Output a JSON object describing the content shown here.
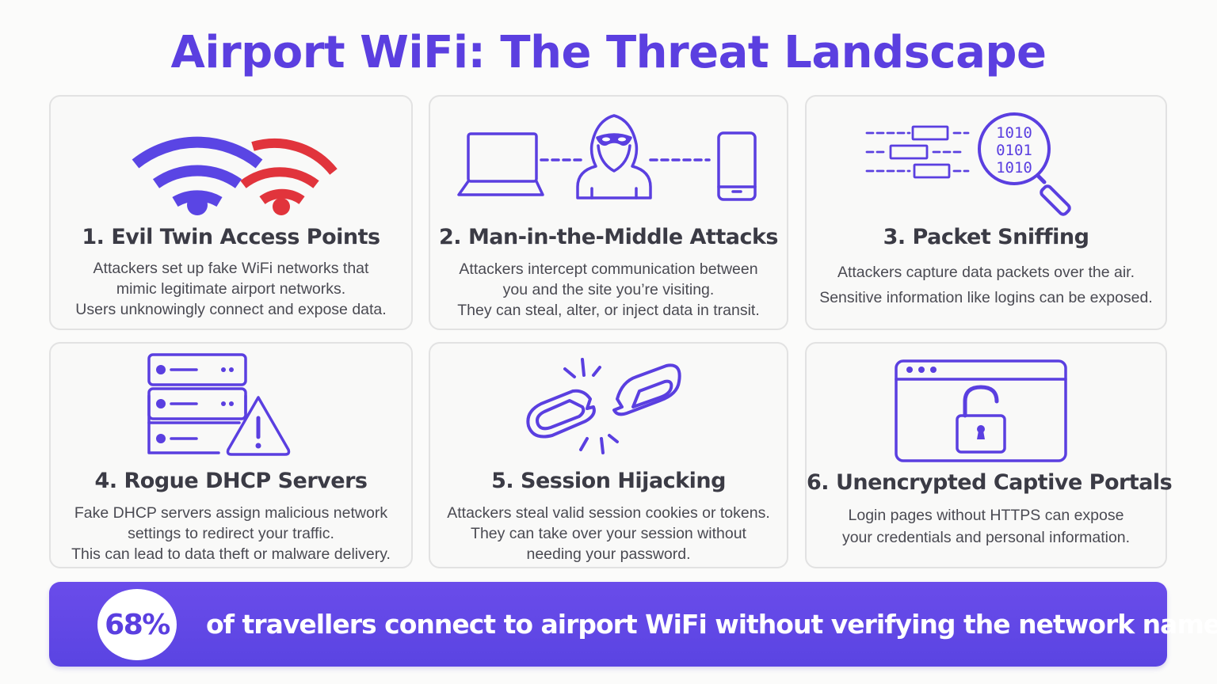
{
  "header": {
    "title": "Airport WiFi: The Threat Landscape"
  },
  "colors": {
    "accent": "#5b3fe0",
    "icon_stroke": "#5a3fe0",
    "danger": "#e1343c",
    "card_border": "#e2e2e2",
    "banner_bg": "#5f47e6",
    "text_dark": "#3b3b45"
  },
  "threats": [
    {
      "icon": "wifi-twin-icon",
      "title": "1. Evil Twin Access Points",
      "lines": [
        "Attackers set up fake WiFi networks that",
        "mimic legitimate airport networks.",
        "Users unknowingly connect and expose data."
      ]
    },
    {
      "icon": "man-in-the-middle-icon",
      "title": "2. Man-in-the-Middle Attacks",
      "lines": [
        "Attackers intercept communication between",
        "you and the site you’re visiting.",
        "They can steal, alter, or inject data in transit."
      ]
    },
    {
      "icon": "packet-sniffing-magnifier-icon",
      "title": "3. Packet Sniffing",
      "binary": [
        "1010",
        "0101",
        "1010"
      ],
      "lines": [
        "Attackers capture data packets over the air.",
        "Sensitive information like logins can be exposed."
      ]
    },
    {
      "icon": "server-warning-icon",
      "title": "4. Rogue DHCP Servers",
      "lines": [
        "Fake DHCP servers assign malicious network",
        "settings to redirect your traffic.",
        "This can lead to data theft or malware delivery."
      ]
    },
    {
      "icon": "broken-link-icon",
      "title": "5. Session Hijacking",
      "lines": [
        "Attackers steal valid session cookies or tokens.",
        "They can take over your session without",
        "needing your password."
      ]
    },
    {
      "icon": "browser-unlocked-padlock-icon",
      "title": "6. Unencrypted Captive Portals",
      "lines": [
        "Login pages without HTTPS can expose",
        "your credentials and personal information."
      ]
    }
  ],
  "banner": {
    "stat": "68%",
    "text": "of travellers connect to airport WiFi without verifying the network name."
  }
}
